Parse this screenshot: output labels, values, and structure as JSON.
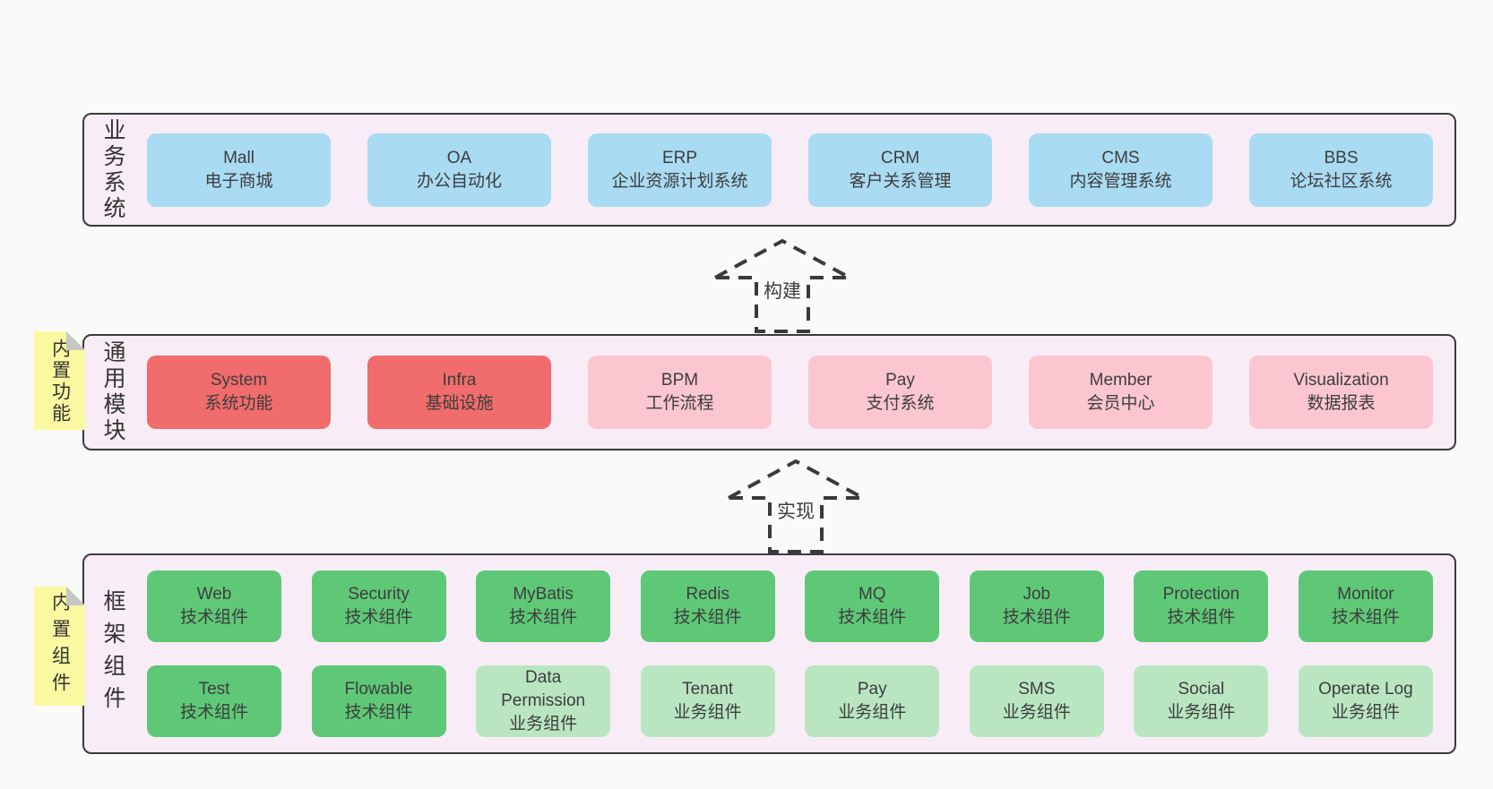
{
  "colors": {
    "page_bg": "#fafafa",
    "section_bg": "#f8edf6",
    "section_border": "#3b3b3b",
    "business_box": "#a9dbf3",
    "core_module_box": "#f16c6c",
    "optional_module_box": "#fbc6d0",
    "tech_component_box": "#5ec877",
    "biz_component_box": "#b9e6c1",
    "note_bg": "#faf9a1",
    "note_fold": "#c6c6c6",
    "text": "#3d3d3d"
  },
  "business_section": {
    "label": "业务系统",
    "boxes": [
      {
        "title": "Mall",
        "subtitle": "电子商城"
      },
      {
        "title": "OA",
        "subtitle": "办公自动化"
      },
      {
        "title": "ERP",
        "subtitle": "企业资源计划系统"
      },
      {
        "title": "CRM",
        "subtitle": "客户关系管理"
      },
      {
        "title": "CMS",
        "subtitle": "内容管理系统"
      },
      {
        "title": "BBS",
        "subtitle": "论坛社区系统"
      }
    ]
  },
  "build_arrow": {
    "label": "构建"
  },
  "modules_section": {
    "label": "通用模块",
    "note": "内置功能",
    "boxes": [
      {
        "title": "System",
        "subtitle": "系统功能"
      },
      {
        "title": "Infra",
        "subtitle": "基础设施"
      },
      {
        "title": "BPM",
        "subtitle": "工作流程"
      },
      {
        "title": "Pay",
        "subtitle": "支付系统"
      },
      {
        "title": "Member",
        "subtitle": "会员中心"
      },
      {
        "title": "Visualization",
        "subtitle": "数据报表"
      }
    ]
  },
  "implement_arrow": {
    "label": "实现"
  },
  "framework_section": {
    "label": "框架组件",
    "note": "内置组件",
    "row1": [
      {
        "title": "Web",
        "subtitle": "技术组件"
      },
      {
        "title": "Security",
        "subtitle": "技术组件"
      },
      {
        "title": "MyBatis",
        "subtitle": "技术组件"
      },
      {
        "title": "Redis",
        "subtitle": "技术组件"
      },
      {
        "title": "MQ",
        "subtitle": "技术组件"
      },
      {
        "title": "Job",
        "subtitle": "技术组件"
      },
      {
        "title": "Protection",
        "subtitle": "技术组件"
      },
      {
        "title": "Monitor",
        "subtitle": "技术组件"
      }
    ],
    "row2": [
      {
        "title": "Test",
        "subtitle": "技术组件"
      },
      {
        "title": "Flowable",
        "subtitle": "技术组件"
      },
      {
        "title": "Data Permission",
        "subtitle": "业务组件"
      },
      {
        "title": "Tenant",
        "subtitle": "业务组件"
      },
      {
        "title": "Pay",
        "subtitle": "业务组件"
      },
      {
        "title": "SMS",
        "subtitle": "业务组件"
      },
      {
        "title": "Social",
        "subtitle": "业务组件"
      },
      {
        "title": "Operate Log",
        "subtitle": "业务组件"
      }
    ]
  }
}
